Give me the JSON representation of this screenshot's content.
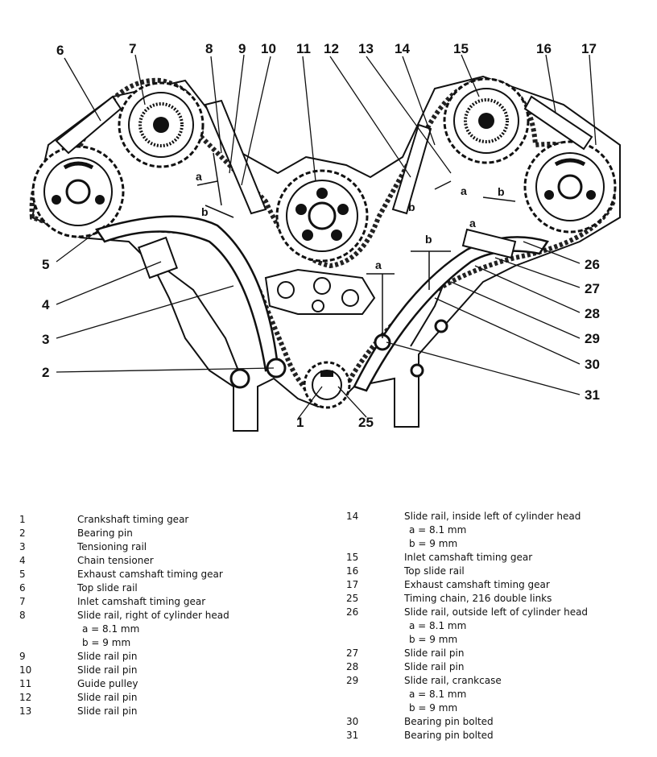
{
  "callouts": [
    "1",
    "2",
    "3",
    "4",
    "5",
    "6",
    "7",
    "8",
    "9",
    "10",
    "11",
    "12",
    "13",
    "14",
    "15",
    "16",
    "17",
    "25",
    "26",
    "27",
    "28",
    "29",
    "30",
    "31"
  ],
  "dimension_labels": {
    "a": "a",
    "b": "b"
  },
  "legend_left": [
    {
      "num": "1",
      "text": "Crankshaft timing gear"
    },
    {
      "num": "2",
      "text": "Bearing pin"
    },
    {
      "num": "3",
      "text": "Tensioning rail"
    },
    {
      "num": "4",
      "text": "Chain tensioner"
    },
    {
      "num": "5",
      "text": "Exhaust camshaft timing gear"
    },
    {
      "num": "6",
      "text": "Top slide rail"
    },
    {
      "num": "7",
      "text": "Inlet camshaft timing gear"
    },
    {
      "num": "8",
      "text": "Slide rail, right of cylinder head",
      "subs": [
        "a = 8.1 mm",
        "b = 9 mm"
      ]
    },
    {
      "num": "9",
      "text": "Slide rail pin"
    },
    {
      "num": "10",
      "text": "Slide rail pin"
    },
    {
      "num": "11",
      "text": "Guide pulley"
    },
    {
      "num": "12",
      "text": "Slide rail pin"
    },
    {
      "num": "13",
      "text": "Slide rail pin"
    }
  ],
  "legend_right": [
    {
      "num": "14",
      "text": "Slide rail, inside left of cylinder head",
      "subs": [
        "a = 8.1 mm",
        "b = 9 mm"
      ]
    },
    {
      "num": "15",
      "text": "Inlet camshaft timing gear"
    },
    {
      "num": "16",
      "text": "Top slide rail"
    },
    {
      "num": "17",
      "text": "Exhaust camshaft timing gear"
    },
    {
      "num": "25",
      "text": "Timing chain, 216 double links"
    },
    {
      "num": "26",
      "text": "Slide rail, outside left of cylinder head",
      "subs": [
        "a = 8.1 mm",
        "b = 9 mm"
      ]
    },
    {
      "num": "27",
      "text": "Slide rail pin"
    },
    {
      "num": "28",
      "text": "Slide rail pin"
    },
    {
      "num": "29",
      "text": "Slide rail, crankcase",
      "subs": [
        "a = 8.1 mm",
        "b = 9 mm"
      ]
    },
    {
      "num": "30",
      "text": "Bearing pin bolted"
    },
    {
      "num": "31",
      "text": "Bearing pin bolted"
    }
  ]
}
